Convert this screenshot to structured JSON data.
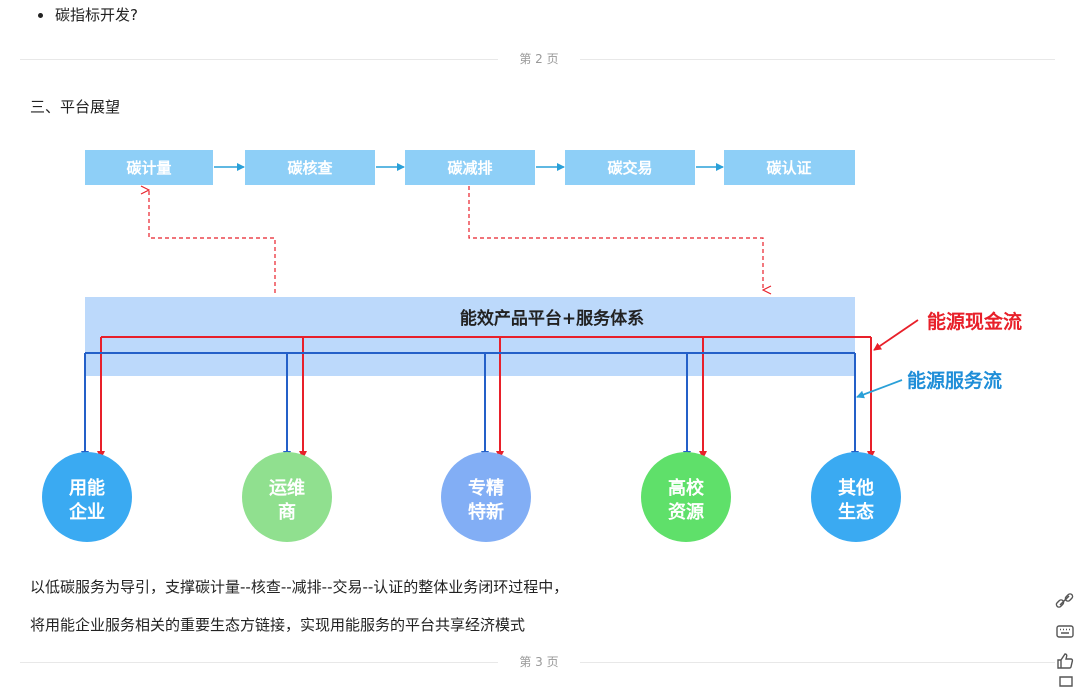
{
  "bullet": {
    "text": "碳指标开发?"
  },
  "page_sep_1": {
    "label": "第 2 页"
  },
  "section": {
    "title": "三、平台展望"
  },
  "diagram": {
    "top_boxes": [
      "碳计量",
      "碳核查",
      "碳减排",
      "碳交易",
      "碳认证"
    ],
    "platform_label": "能效产品平台+服务体系",
    "flow_cash_label": "能源现金流",
    "flow_service_label": "能源服务流",
    "circles": [
      {
        "line1": "用能",
        "line2": "企业",
        "color": "#3aaaf2"
      },
      {
        "line1": "运维",
        "line2": "商",
        "color": "#90e08f"
      },
      {
        "line1": "专精",
        "line2": "特新",
        "color": "#82aef5"
      },
      {
        "line1": "高校",
        "line2": "资源",
        "color": "#5fe06a"
      },
      {
        "line1": "其他",
        "line2": "生态",
        "color": "#3aaaf2"
      }
    ],
    "colors": {
      "box": "#8ecff7",
      "platform": "#bcd9fb",
      "cash": "#e8202a",
      "service": "#2460c8",
      "arrow": "#2aa0d8"
    }
  },
  "paragraph": {
    "line1": "以低碳服务为导引，支撑碳计量--核查--减排--交易--认证的整体业务闭环过程中，",
    "line2": "将用能企业服务相关的重要生态方链接，实现用能服务的平台共享经济模式"
  },
  "page_sep_2": {
    "label": "第 3 页"
  },
  "side_tools": [
    "link-icon",
    "keyboard-icon",
    "thumbs-up-icon",
    "comment-icon"
  ]
}
